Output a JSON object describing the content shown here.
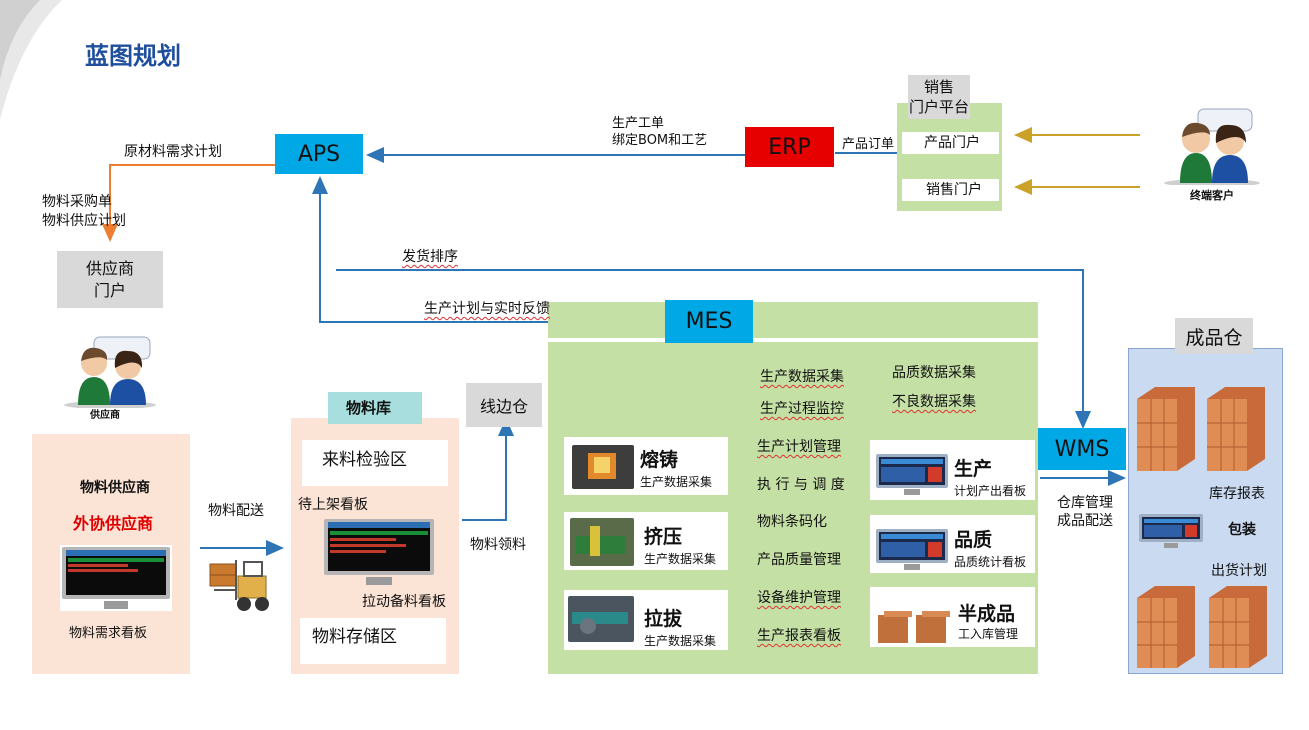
{
  "title": "蓝图规划",
  "nodes": {
    "aps": "APS",
    "erp": "ERP",
    "mes": "MES",
    "wms": "WMS",
    "sales_platform": "销售\n门户平台",
    "product_portal": "产品门户",
    "sales_portal": "销售门户",
    "end_customer": "终端客户",
    "supplier_portal": "供应商\n门户",
    "supplier": "供应商",
    "material_store": "物料库",
    "line_side": "线边仓",
    "finished_store": "成品仓"
  },
  "edges": {
    "erp_to_aps_1": "生产工单",
    "erp_to_aps_2": "绑定BOM和工艺",
    "product_order": "产品订单",
    "raw_plan": "原材料需求计划",
    "purchase_1": "物料采购单",
    "purchase_2": "物料供应计划",
    "ship_sort": "发货排序",
    "plan_feedback": "生产计划与实时反馈",
    "material_delivery": "物料配送",
    "material_pick": "物料领料",
    "wms_1": "仓库管理",
    "wms_2": "成品配送"
  },
  "supplier_panel": {
    "line1": "物料供应商",
    "line2": "外协供应商",
    "board": "物料需求看板",
    "colors": {
      "line2": "#e00000"
    }
  },
  "store_panel": {
    "inspect": "来料检验区",
    "shelf_board": "待上架看板",
    "pull_board": "拉动备料看板",
    "storage": "物料存储区"
  },
  "mes_functions": {
    "col1": [
      "生产数据采集",
      "生产过程监控",
      "生产计划管理",
      "执 行 与 调 度",
      "物料条码化",
      "产品质量管理",
      "设备维护管理",
      "生产报表看板"
    ],
    "col2": [
      "品质数据采集",
      "不良数据采集"
    ]
  },
  "processes": [
    {
      "name": "熔铸",
      "desc": "生产数据采集"
    },
    {
      "name": "挤压",
      "desc": "生产数据采集"
    },
    {
      "name": "拉拔",
      "desc": "生产数据采集"
    }
  ],
  "boards": [
    {
      "name": "生产",
      "desc": "计划产出看板"
    },
    {
      "name": "品质",
      "desc": "品质统计看板"
    },
    {
      "name": "半成品",
      "desc": "工入库管理"
    }
  ],
  "finished_panel": {
    "inventory": "库存报表",
    "pack": "包装",
    "ship_plan": "出货计划"
  },
  "colors": {
    "blue_box": "#00a9e6",
    "erp": "#e60000",
    "arrow_blue": "#2e75b6",
    "arrow_orange": "#ed7d31",
    "mes_green": "#c5e0a5",
    "peach": "#fbe4d5",
    "title": "#1f4e9e"
  }
}
